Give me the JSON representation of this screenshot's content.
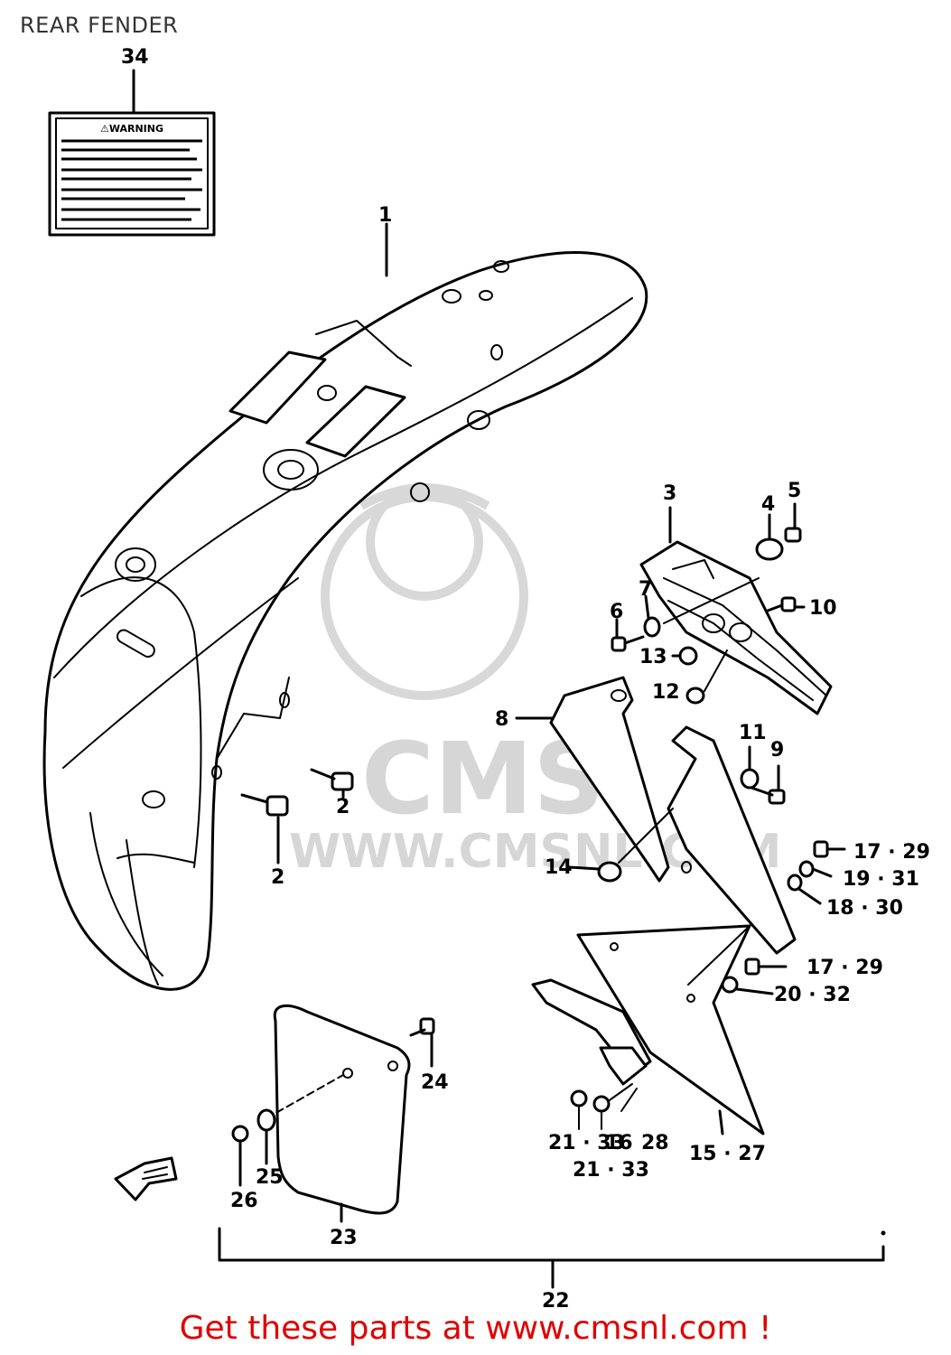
{
  "header": {
    "title": "REAR FENDER"
  },
  "watermark": {
    "brand": "CMS",
    "url": "WWW.CMSNL.COM"
  },
  "warning_label": {
    "heading": "⚠WARNING"
  },
  "callouts": [
    "1",
    "2",
    "2",
    "3",
    "4",
    "5",
    "6",
    "7",
    "8",
    "9",
    "10",
    "11",
    "12",
    "13",
    "14",
    "15 · 27",
    "16",
    "17 · 29",
    "17 · 29",
    "18 · 30",
    "19 · 31",
    "20 · 32",
    "21 · 33",
    "21 · 33",
    "22",
    "23",
    "24",
    "25",
    "26",
    "28",
    "34"
  ],
  "arrow_icon": "front-direction-arrow-icon",
  "footer": {
    "link_text": "Get these parts at www.cmsnl.com !",
    "color": "#e00000"
  }
}
